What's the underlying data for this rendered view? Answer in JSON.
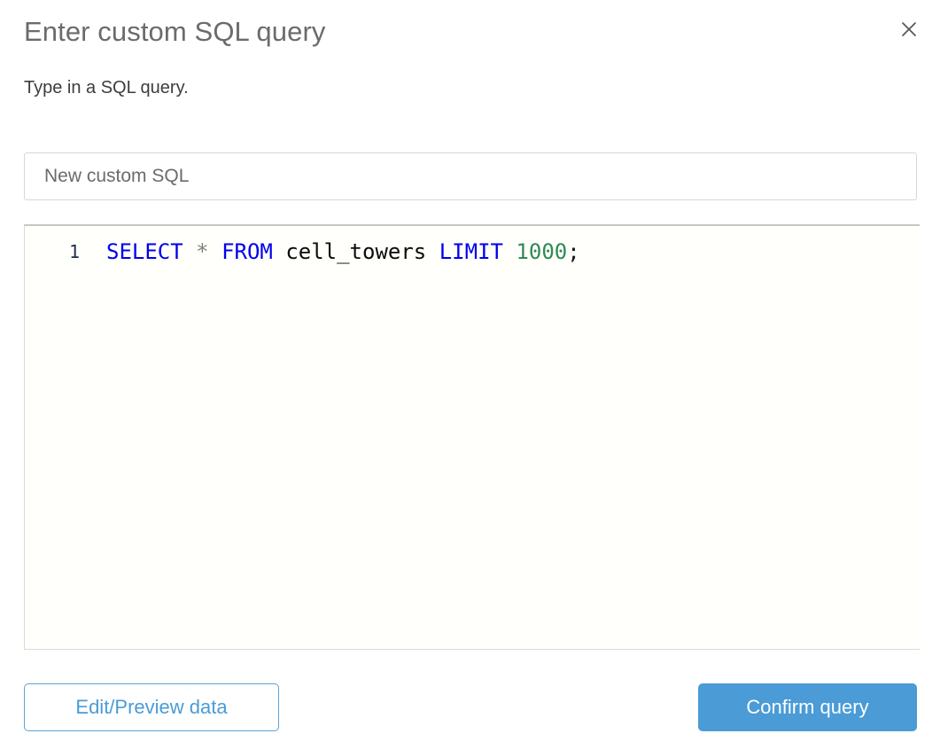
{
  "dialog": {
    "title": "Enter custom SQL query",
    "subtitle": "Type in a SQL query.",
    "close_icon": "close-icon"
  },
  "name_field": {
    "value": "",
    "placeholder": "New custom SQL"
  },
  "editor": {
    "line_number": "1",
    "query": "SELECT * FROM cell_towers LIMIT 1000;",
    "tokens": [
      {
        "text": "SELECT",
        "type": "keyword"
      },
      {
        "text": " ",
        "type": "plain"
      },
      {
        "text": "*",
        "type": "star"
      },
      {
        "text": " ",
        "type": "plain"
      },
      {
        "text": "FROM",
        "type": "keyword"
      },
      {
        "text": " ",
        "type": "plain"
      },
      {
        "text": "cell_towers",
        "type": "ident"
      },
      {
        "text": " ",
        "type": "plain"
      },
      {
        "text": "LIMIT",
        "type": "keyword"
      },
      {
        "text": " ",
        "type": "plain"
      },
      {
        "text": "1000",
        "type": "number"
      },
      {
        "text": ";",
        "type": "punct"
      }
    ]
  },
  "footer": {
    "secondary_label": "Edit/Preview data",
    "primary_label": "Confirm query"
  },
  "colors": {
    "accent": "#4a9bd6",
    "title": "#6b6b6b",
    "subtitle": "#3d3d3d",
    "keyword": "#0000ef",
    "number": "#2f8a55",
    "identifier": "#0b0b0b",
    "star": "#808080",
    "line_number": "#1f2d55",
    "editor_background": "#fffffb",
    "border": "#d7d7d7"
  }
}
